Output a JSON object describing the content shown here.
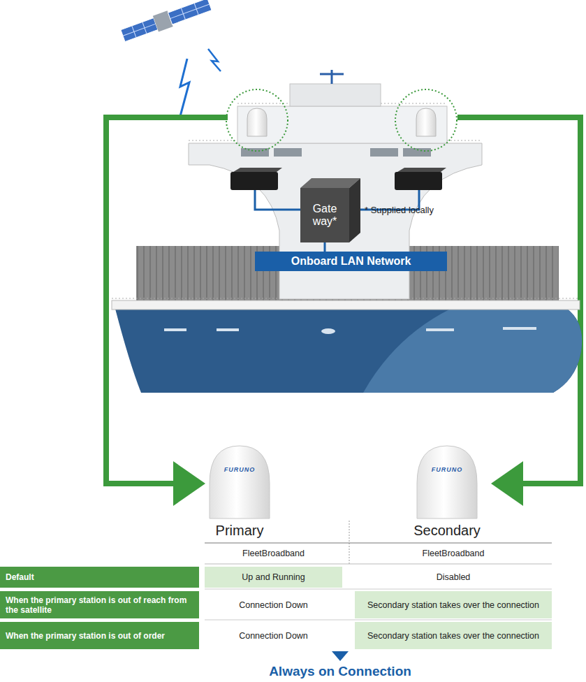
{
  "diagram": {
    "caption": "Always on Connection",
    "nodes": [
      {
        "text": [
          "Gate way*"
        ]
      },
      {
        "text": [
          "Onboard LAN Network"
        ]
      }
    ],
    "edges": [
      {
        "from": 0,
        "to": 1,
        "arrow": "none"
      }
    ],
    "labels": [
      "* Supplied locally",
      "FURUNO",
      "FURUNO",
      "Primary",
      "Secondary",
      "FleetBroadband",
      "FleetBroadband",
      "Default",
      "Up and Running",
      "Disabled",
      "When the primary station is out of reach from the satellite",
      "Connection Down",
      "Secondary station takes over the connection",
      "When the primary station is out of order",
      "Connection Down",
      "Secondary station takes over the connection"
    ]
  }
}
